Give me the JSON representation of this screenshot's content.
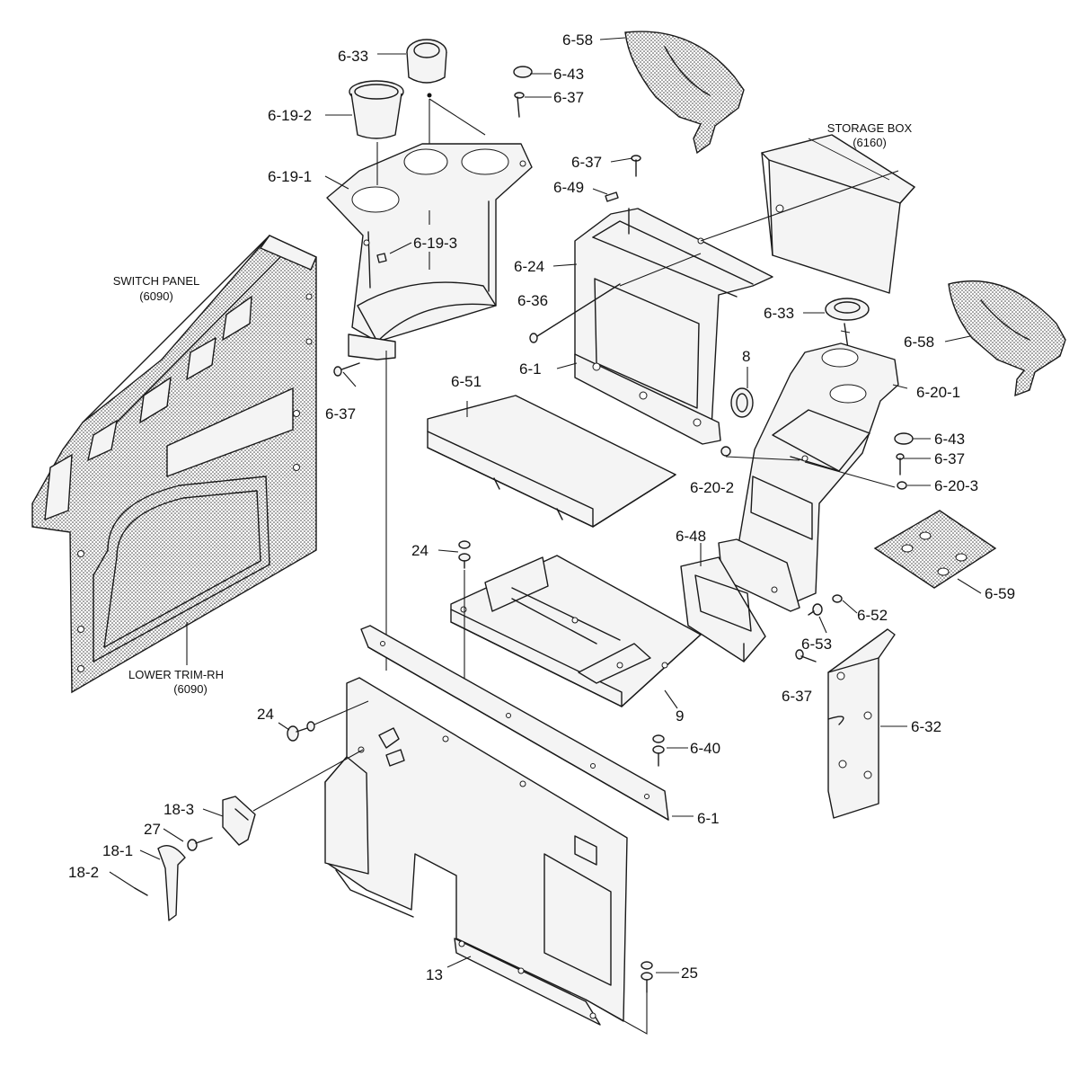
{
  "captions": {
    "switch_panel": [
      "SWITCH PANEL",
      "(6090)"
    ],
    "storage_box": [
      "STORAGE BOX",
      "(6160)"
    ],
    "lower_trim": [
      "LOWER TRIM-RH",
      "(6090)"
    ]
  },
  "callouts": [
    "6-33",
    "6-19-2",
    "6-19-1",
    "6-19-3",
    "6-37",
    "6-43",
    "6-37",
    "6-58",
    "6-37",
    "6-49",
    "6-24",
    "6-36",
    "6-1",
    "8",
    "6-33",
    "6-58",
    "6-20-1",
    "6-51",
    "6-43",
    "6-37",
    "6-20-2",
    "6-20-3",
    "6-48",
    "24",
    "6-59",
    "6-52",
    "6-53",
    "6-37",
    "9",
    "6-32",
    "24",
    "6-40",
    "6-1",
    "18-3",
    "27",
    "18-1",
    "18-2",
    "13",
    "25"
  ]
}
